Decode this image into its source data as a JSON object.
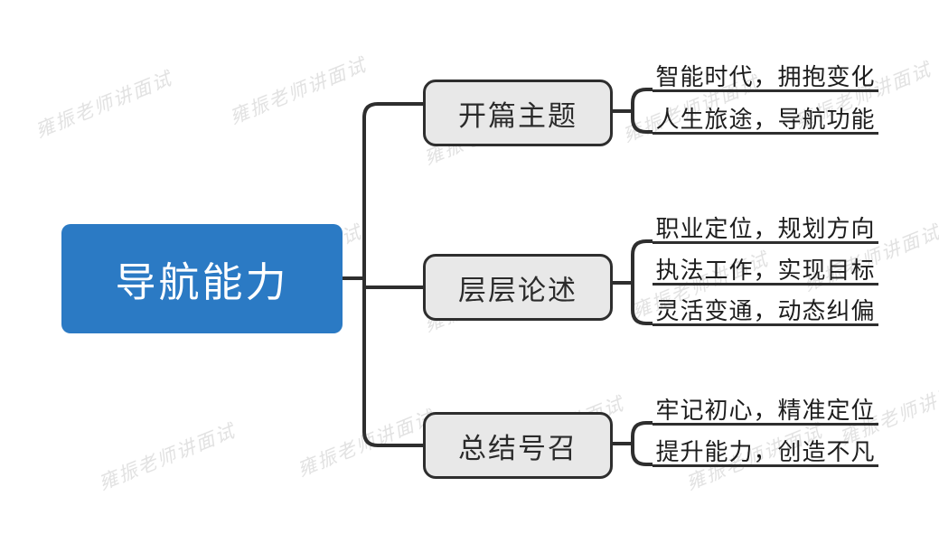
{
  "diagram": {
    "type": "mind-map",
    "title": "导航能力",
    "watermark": "雍振老师讲面试",
    "colors": {
      "root_fill": "#2b7ac4",
      "root_text": "#ffffff",
      "branch_fill": "#e8e8e8",
      "branch_border": "#2e2e2e",
      "leaf_text": "#1d1d1d",
      "connector": "#2e2e2e",
      "background": "#ffffff",
      "watermark": "#e2e2e2"
    },
    "root": {
      "label": "导航能力"
    },
    "branches": [
      {
        "label": "开篇主题",
        "leaves": [
          {
            "label": "智能时代，拥抱变化"
          },
          {
            "label": "人生旅途，导航功能"
          }
        ]
      },
      {
        "label": "层层论述",
        "leaves": [
          {
            "label": "职业定位，规划方向"
          },
          {
            "label": "执法工作，实现目标"
          },
          {
            "label": "灵活变通，动态纠偏"
          }
        ]
      },
      {
        "label": "总结号召",
        "leaves": [
          {
            "label": "牢记初心，精准定位"
          },
          {
            "label": "提升能力，创造不凡"
          }
        ]
      }
    ]
  }
}
